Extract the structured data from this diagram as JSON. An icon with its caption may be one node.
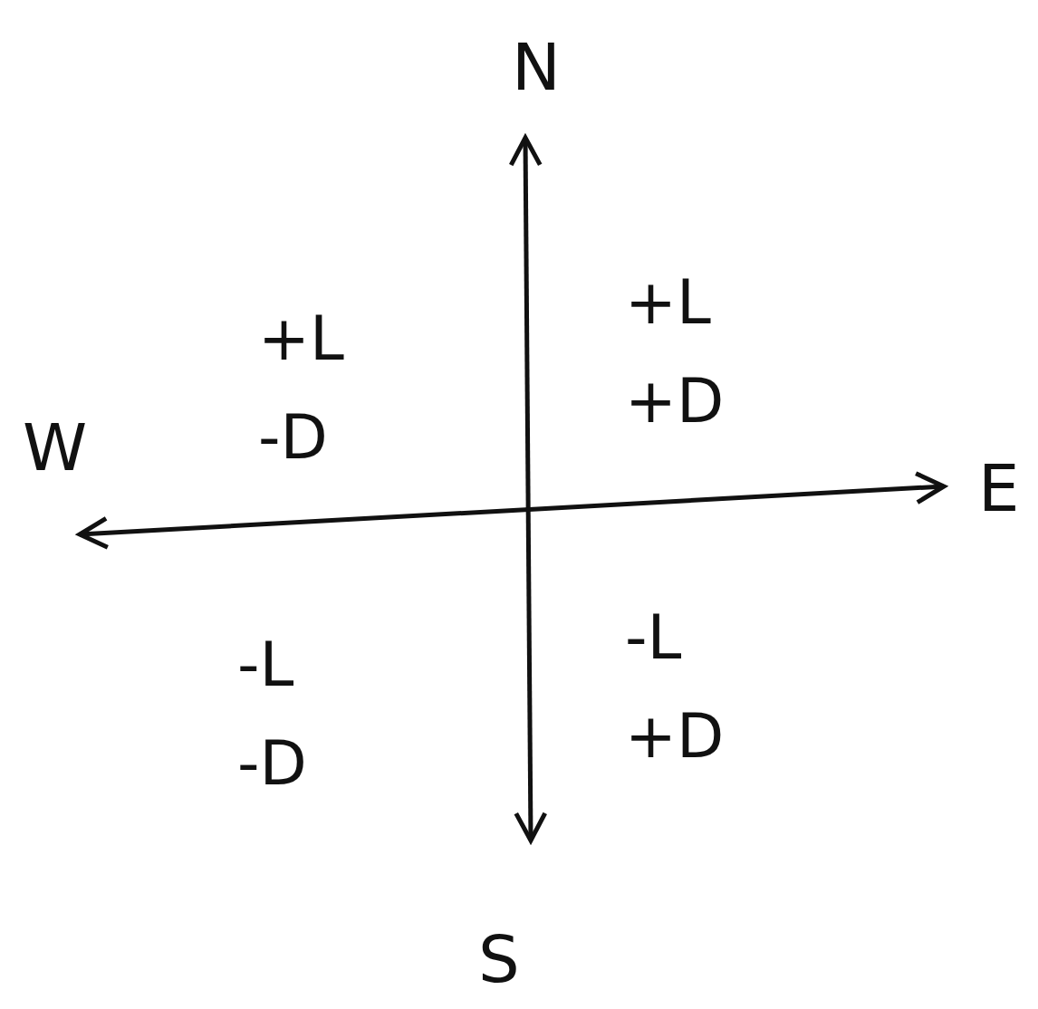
{
  "diagram": {
    "labels": [
      "N",
      "+L -D",
      "+L +D",
      "W",
      "E",
      "-L -D",
      "-L +D",
      "S"
    ]
  }
}
